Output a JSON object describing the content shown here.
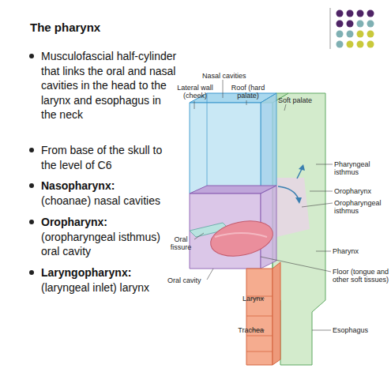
{
  "diagram": {
    "title": "The pharynx",
    "labels": [
      "Musculofascial half-cylinder that links the oral and nasal cavities in the head to the larynx and esophagus in the neck",
      "From base of the skull to the level of C6",
      "Nasopharynx:",
      "(choanae) nasal cavities",
      "Oropharynx:",
      "(oropharyngeal isthmus) oral cavity",
      "Laryngopharynx:",
      "(laryngeal inlet) larynx",
      "Nasal cavities",
      "Lateral wall (cheek)",
      "Roof (hard palate)",
      "Soft palate",
      "Pharyngeal isthmus",
      "Oropharynx",
      "Oropharyngeal isthmus",
      "Oral fissure",
      "Pharynx",
      "Oral cavity",
      "Floor (tongue and other soft tissues)",
      "Larynx",
      "Trachea",
      "Esophagus"
    ]
  }
}
